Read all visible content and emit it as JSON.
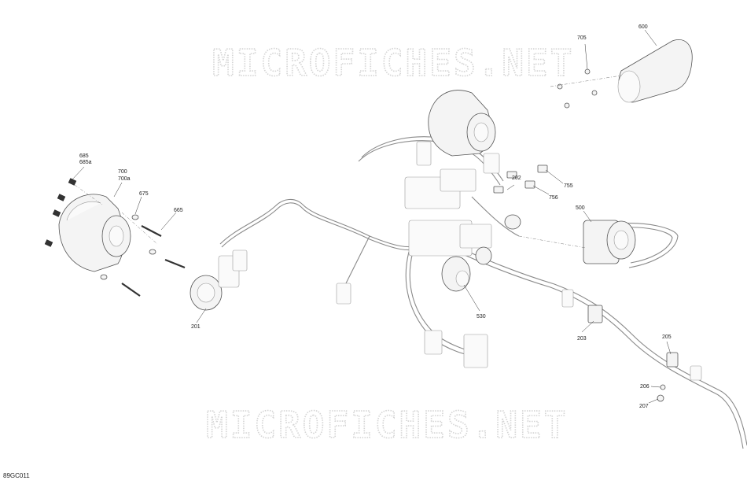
{
  "watermark": "MICROFICHES.NET",
  "diagram_code": "89GC011",
  "callouts": {
    "c685": "685",
    "c685a": "685a",
    "c700": "700",
    "c700a": "700a",
    "c675": "675",
    "c665": "665",
    "c201": "201",
    "c705": "705",
    "c600": "600",
    "c755": "755",
    "c756": "756",
    "c202": "202",
    "c500": "500",
    "c530": "530",
    "c203": "203",
    "c205": "205",
    "c206": "206",
    "c207": "207"
  }
}
